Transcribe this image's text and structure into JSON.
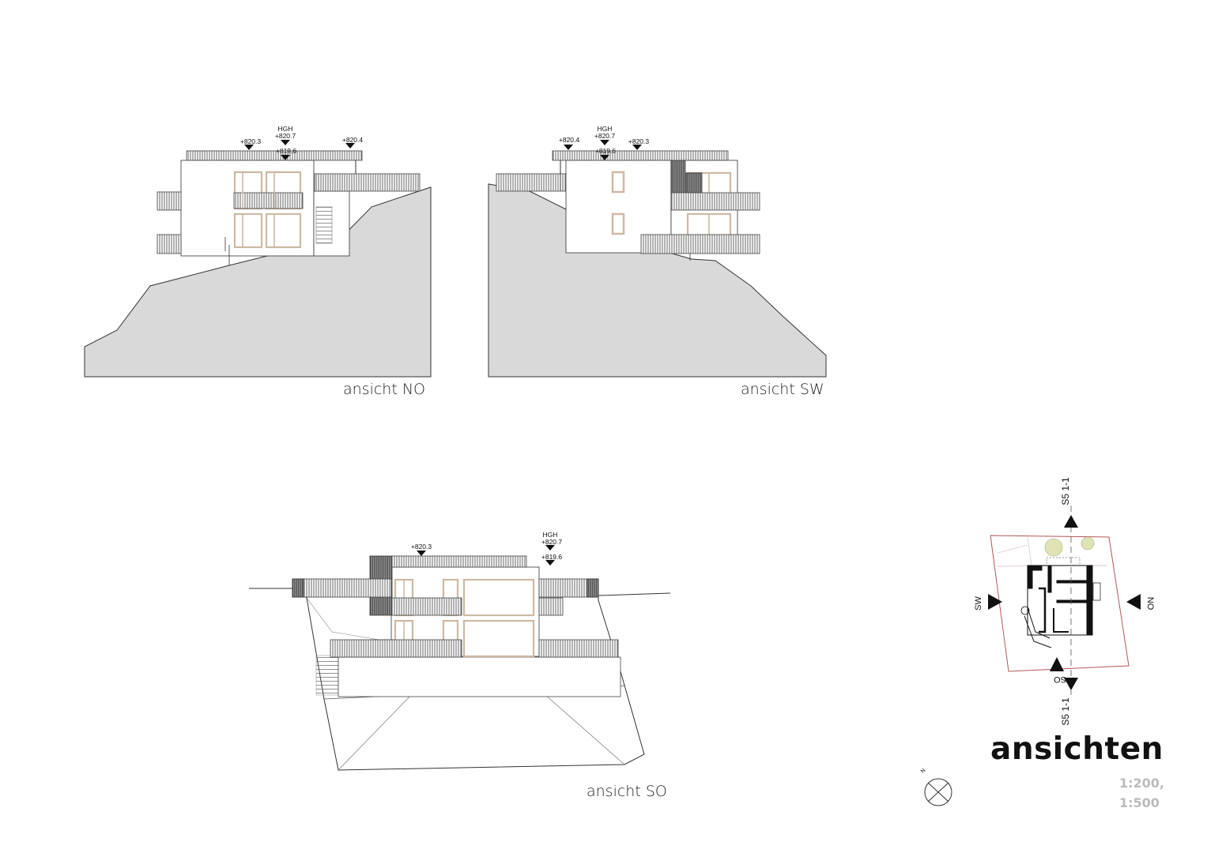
{
  "views": {
    "no": {
      "label": "ansicht NO",
      "levels": {
        "hgh_title": "HGH",
        "hgh_value": "+820.7",
        "left": "+820.3",
        "right": "+820.4",
        "lower": "+819.6"
      }
    },
    "sw": {
      "label": "ansicht SW",
      "levels": {
        "hgh_title": "HGH",
        "hgh_value": "+820.7",
        "left": "+820.4",
        "right": "+820.3",
        "lower": "+819.6"
      }
    },
    "so": {
      "label": "ansicht SO",
      "levels": {
        "left": "+820.3",
        "hgh_title": "HGH",
        "hgh_value": "+820.7",
        "lower": "+819.6"
      }
    }
  },
  "key_plan": {
    "section_top": "S5 1-1",
    "section_bottom": "S5 1-1",
    "dir_left": "SW",
    "dir_right": "NO",
    "dir_bottom": "SO",
    "north": "N"
  },
  "sheet": {
    "title": "ansichten",
    "scale_1": "1:200,",
    "scale_2": "1:500"
  },
  "colors": {
    "terrain": "#d9d9d9",
    "window_frame": "#cdb9a3",
    "line": "#333333",
    "plot_boundary": "#b35757",
    "trees": "#dfe3b6"
  }
}
